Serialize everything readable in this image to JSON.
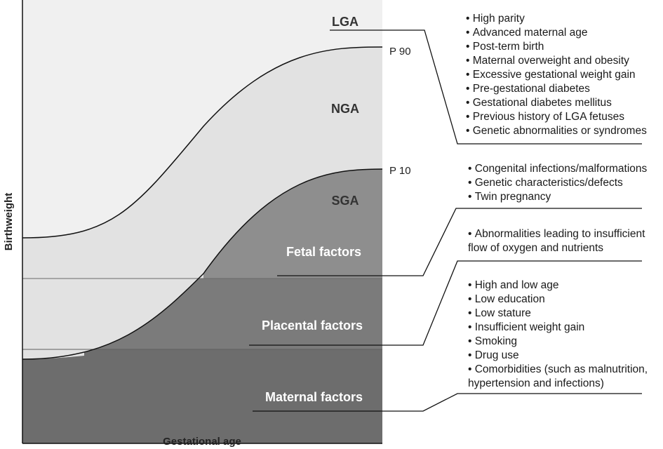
{
  "axes": {
    "y_label": "Birthweight",
    "x_label": "Gestational age"
  },
  "regions": {
    "lga": "LGA",
    "nga": "NGA",
    "sga": "SGA"
  },
  "percentiles": {
    "p90": "P 90",
    "p10": "P 10"
  },
  "factors": {
    "fetal": "Fetal factors",
    "placental": "Placental factors",
    "maternal": "Maternal factors"
  },
  "lga_causes": [
    "High parity",
    "Advanced maternal age",
    "Post-term birth",
    "Maternal overweight and obesity",
    "Excessive gestational weight gain",
    "Pre-gestational diabetes",
    "Gestational diabetes mellitus",
    "Previous history of LGA fetuses",
    "Genetic abnormalities or syndromes"
  ],
  "fetal_causes": [
    "Congenital infections/malformations",
    "Genetic characteristics/defects",
    "Twin pregnancy"
  ],
  "placental_causes": [
    "Abnormalities leading to insufficient",
    "flow of oxygen and nutrients"
  ],
  "maternal_causes": [
    "High and low age",
    "Low education",
    "Low stature",
    "Insufficient weight gain",
    "Smoking",
    "Drug use",
    "Comorbidities (such as malnutrition,",
    "hypertension and infections)"
  ],
  "colors": {
    "lga_fill": "#f0f0f0",
    "nga_fill": "#e2e2e2",
    "fetal_fill": "#8e8e8e",
    "placental_fill": "#7b7b7b",
    "maternal_fill": "#6d6d6d"
  }
}
